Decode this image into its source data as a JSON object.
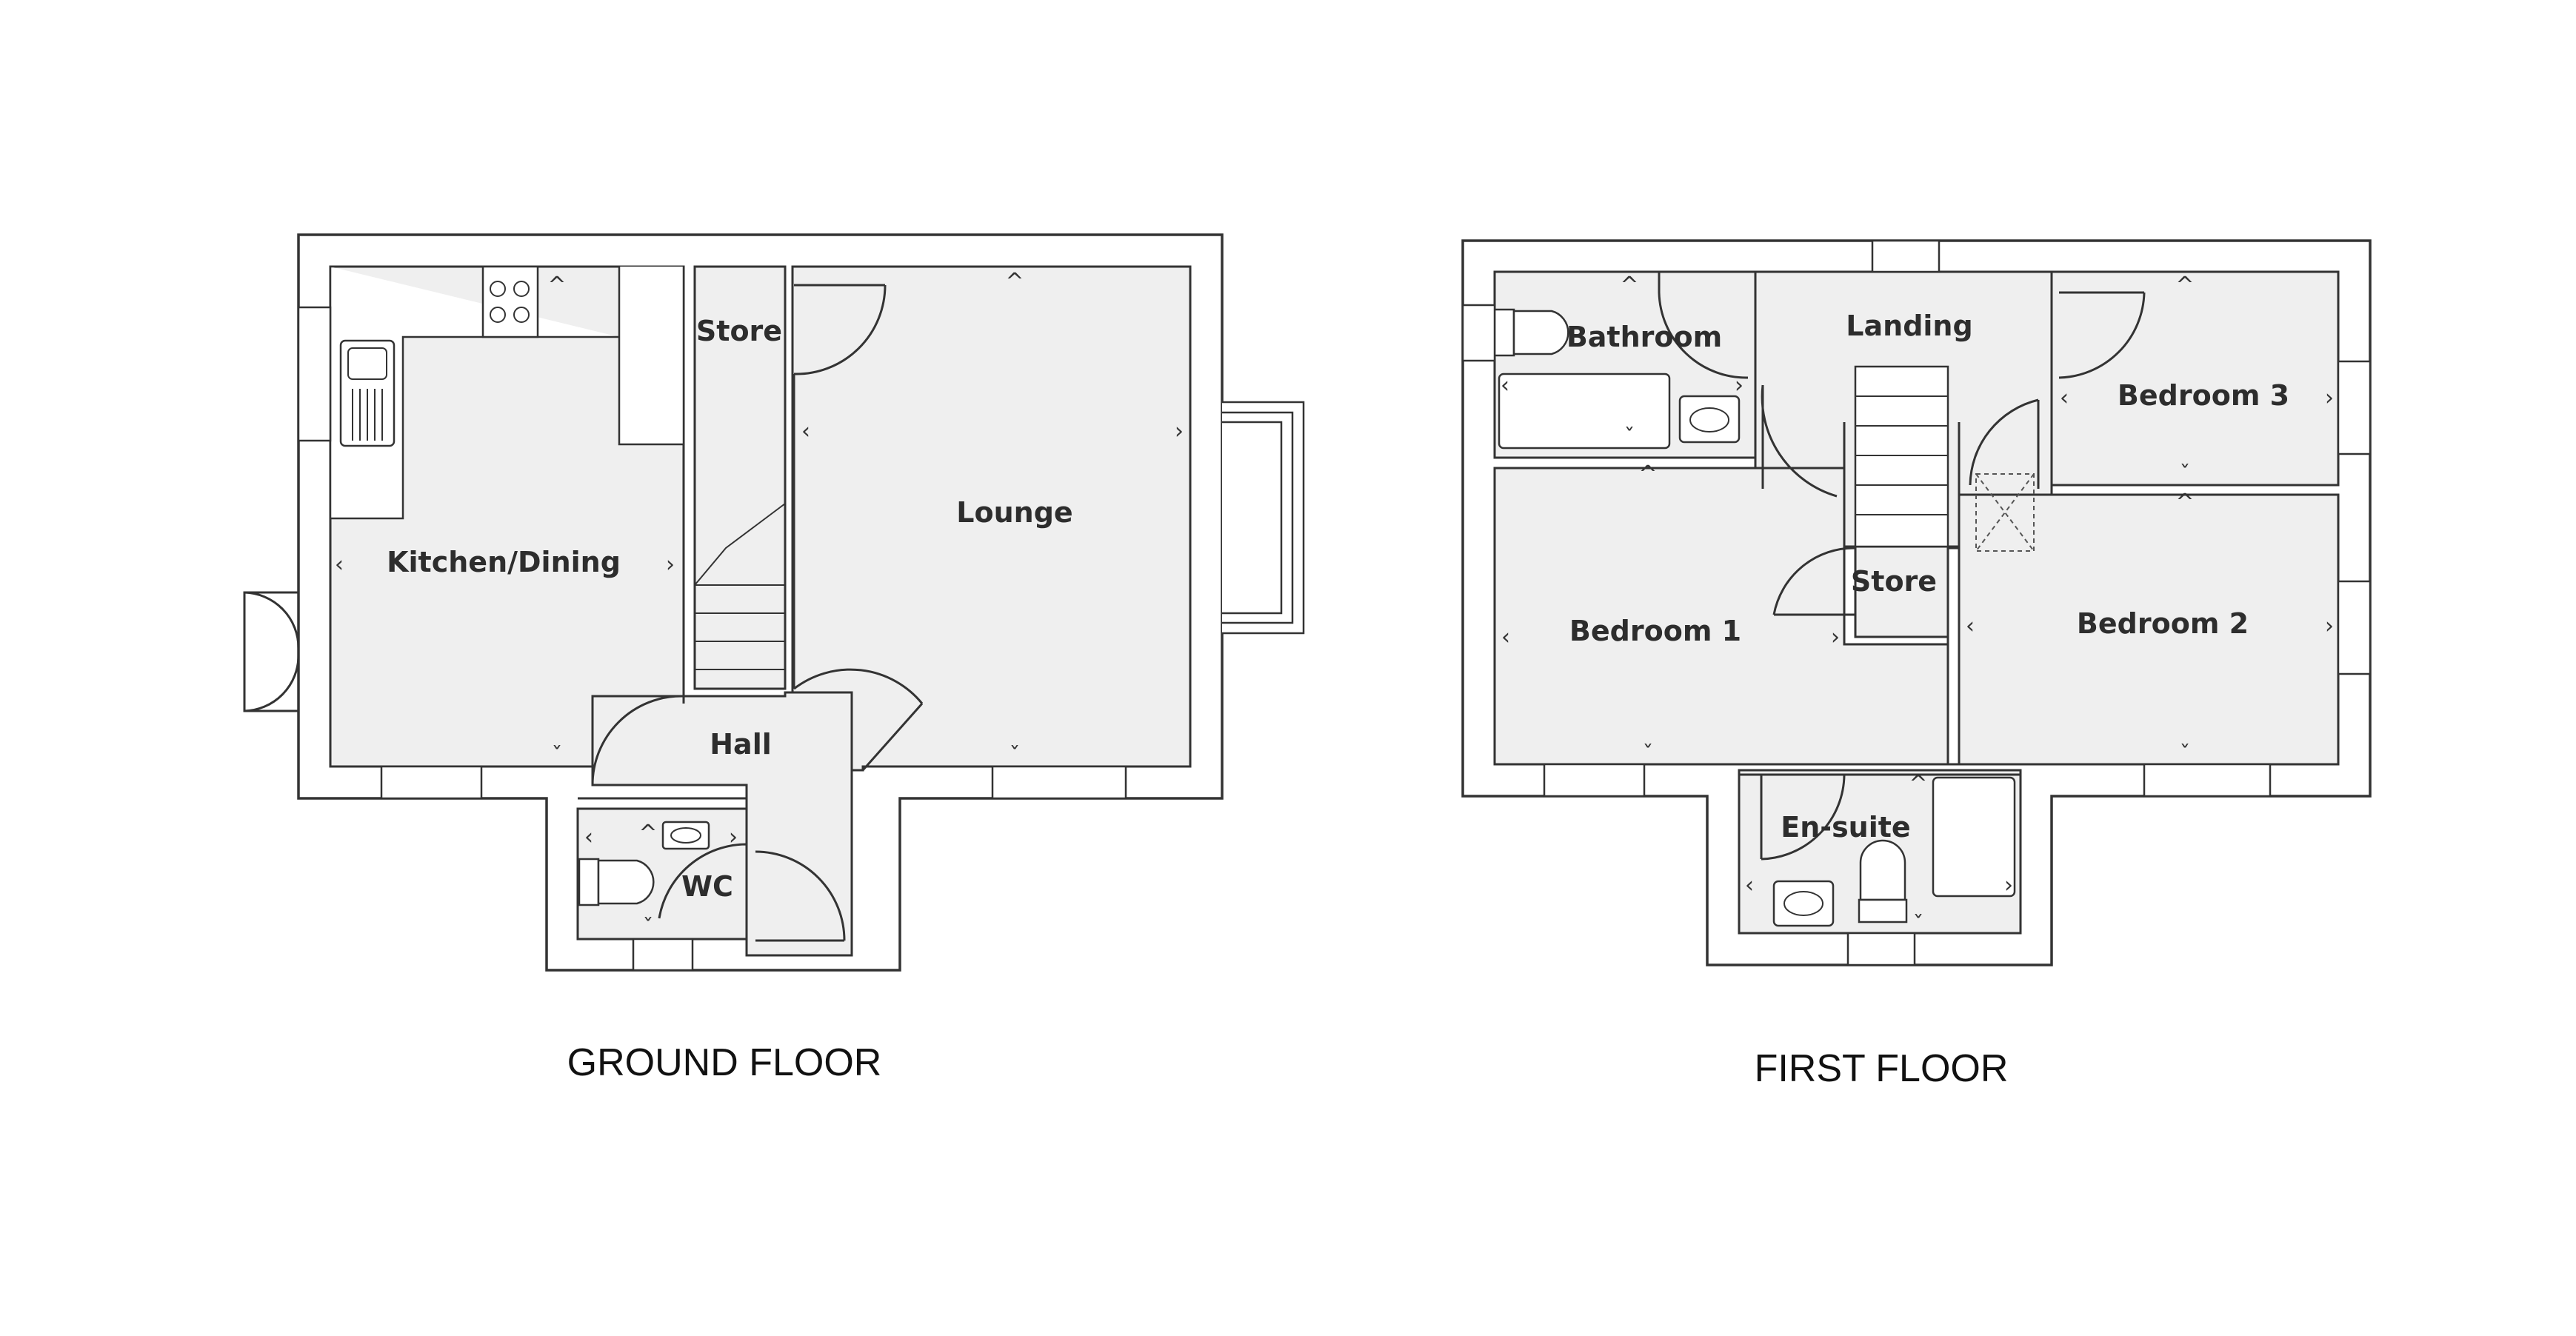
{
  "ground_floor": {
    "title": "GROUND FLOOR",
    "rooms": {
      "kitchen_dining": "Kitchen/Dining",
      "store": "Store",
      "lounge": "Lounge",
      "hall": "Hall",
      "wc": "WC"
    }
  },
  "first_floor": {
    "title": "FIRST FLOOR",
    "rooms": {
      "bathroom": "Bathroom",
      "landing": "Landing",
      "bedroom_3": "Bedroom 3",
      "bedroom_1": "Bedroom 1",
      "store": "Store",
      "bedroom_2": "Bedroom 2",
      "en_suite": "En-suite"
    }
  },
  "marker_glyphs": {
    "left": "‹",
    "right": "›",
    "up": "^",
    "down": "ˇ"
  }
}
